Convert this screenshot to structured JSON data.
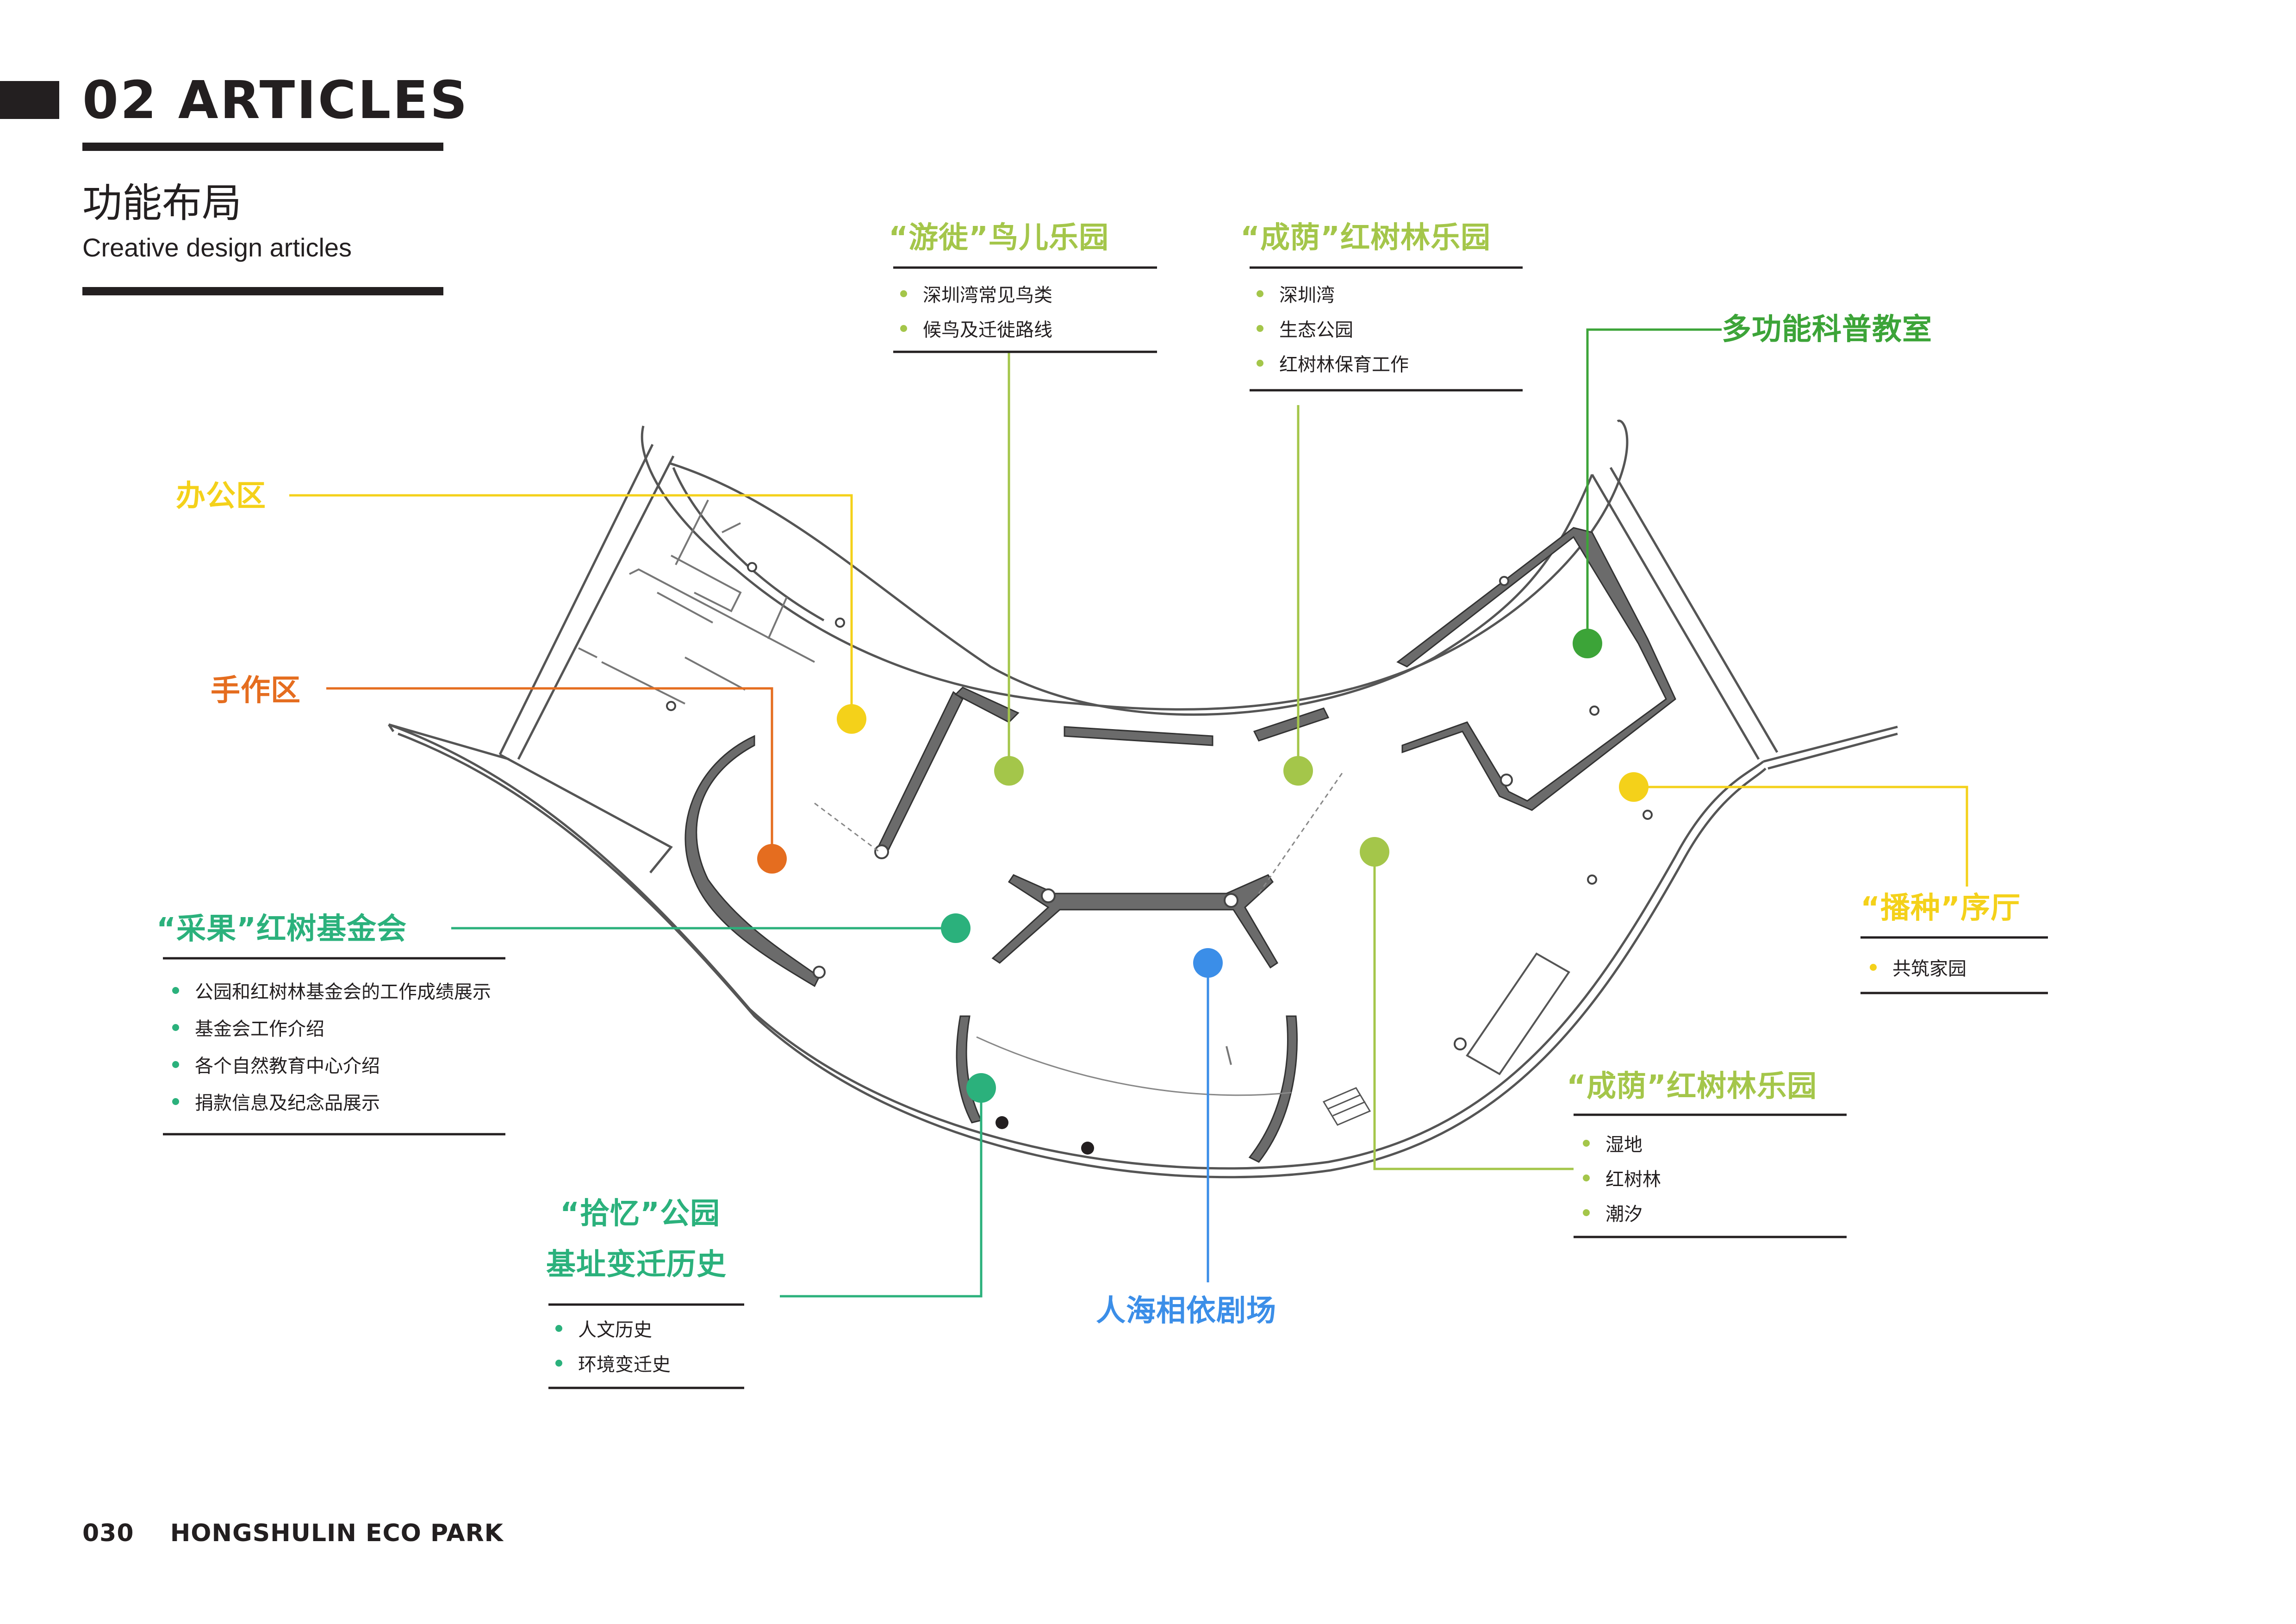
{
  "header": {
    "section": "02 ARTICLES",
    "title_cn": "功能布局",
    "title_en": "Creative design articles"
  },
  "footer": {
    "page": "030",
    "name": "HONGSHULIN ECO PARK"
  },
  "colors": {
    "yellow": "#f4d11a",
    "orange": "#e56d1f",
    "teal": "#2bb17c",
    "light_green": "#a4c64a",
    "green": "#3ca438",
    "blue": "#3b8ee8",
    "dark": "#231f20",
    "wall_gray": "#6b6b6b"
  },
  "zones": {
    "office": {
      "label": "办公区",
      "color": "yellow"
    },
    "handcraft": {
      "label": "手作区",
      "color": "orange"
    },
    "bird_park": {
      "label": "“游徙”鸟儿乐园",
      "color": "light_green",
      "items": [
        "深圳湾常见鸟类",
        "候鸟及迁徙路线"
      ]
    },
    "mangrove_top": {
      "label": "“成荫”红树林乐园",
      "color": "light_green",
      "items": [
        "深圳湾",
        "生态公园",
        "红树林保育工作"
      ]
    },
    "science_class": {
      "label": "多功能科普教室",
      "color": "green"
    },
    "foundation": {
      "label": "“采果”红树基金会",
      "color": "teal",
      "items": [
        "公园和红树林基金会的工作成绩展示",
        "基金会工作介绍",
        "各个自然教育中心介绍",
        "捐款信息及纪念品展示"
      ]
    },
    "sowing_hall": {
      "label": "“播种”序厅",
      "color": "yellow",
      "items": [
        "共筑家园"
      ]
    },
    "mangrove_bottom": {
      "label": "“成荫”红树林乐园",
      "color": "light_green",
      "items": [
        "湿地",
        "红树林",
        "潮汐"
      ]
    },
    "memory_park": {
      "label_line1": "“拾忆”公园",
      "label_line2": "基址变迁历史",
      "color": "teal",
      "items": [
        "人文历史",
        "环境变迁史"
      ]
    },
    "theater": {
      "label": "人海相依剧场",
      "color": "blue"
    }
  }
}
